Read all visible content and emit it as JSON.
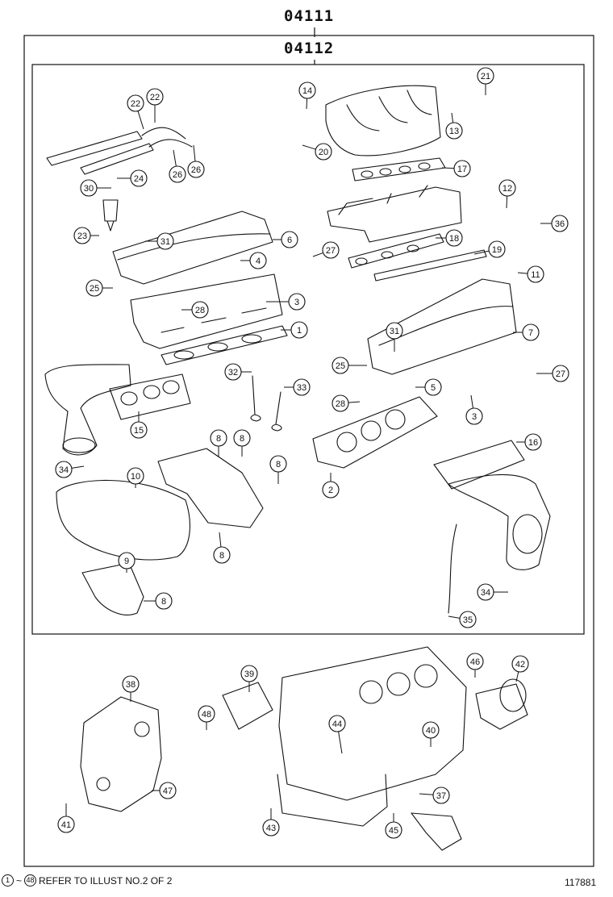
{
  "group_outer": "04111",
  "group_inner": "04112",
  "footnote": {
    "range_start": "1",
    "tilde": "~",
    "range_end": "48",
    "text": "REFER TO ILLUST NO.2 OF 2"
  },
  "figure_number": "117881",
  "callouts": [
    "22",
    "22",
    "26",
    "26",
    "24",
    "30",
    "23",
    "14",
    "20",
    "21",
    "13",
    "17",
    "12",
    "36",
    "31",
    "6",
    "4",
    "27",
    "18",
    "19",
    "11",
    "25",
    "28",
    "3",
    "1",
    "31",
    "7",
    "25",
    "5",
    "28",
    "32",
    "33",
    "27",
    "3",
    "15",
    "8",
    "8",
    "8",
    "2",
    "16",
    "34",
    "10",
    "8",
    "9",
    "8",
    "34",
    "35",
    "38",
    "39",
    "48",
    "44",
    "40",
    "46",
    "42",
    "47",
    "41",
    "43",
    "45",
    "37"
  ],
  "colors": {
    "ink": "#111111",
    "background": "#ffffff"
  }
}
